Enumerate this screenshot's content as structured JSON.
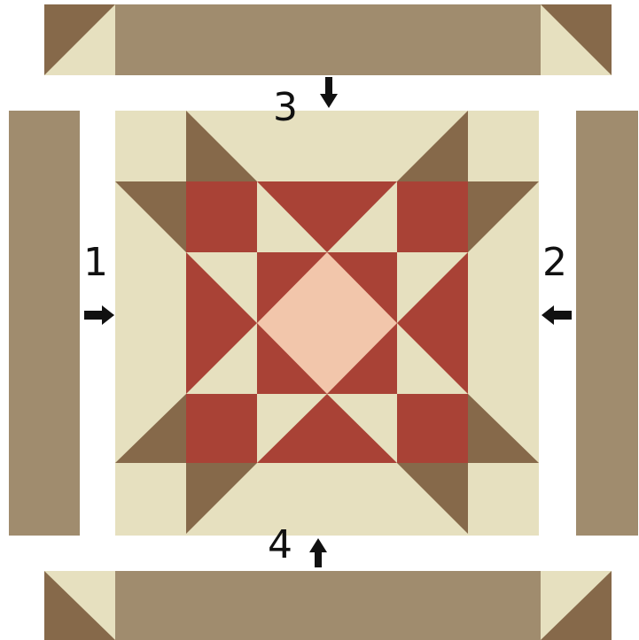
{
  "labels": {
    "step1": "1",
    "step2": "2",
    "step3": "3",
    "step4": "4"
  },
  "colors": {
    "background": "#ffffff",
    "border_strip": "#a08c6e",
    "cream": "#e6e0bf",
    "brown": "#86694a",
    "red": "#a94236",
    "peach": "#f2c6ab",
    "arrow": "#111111"
  }
}
